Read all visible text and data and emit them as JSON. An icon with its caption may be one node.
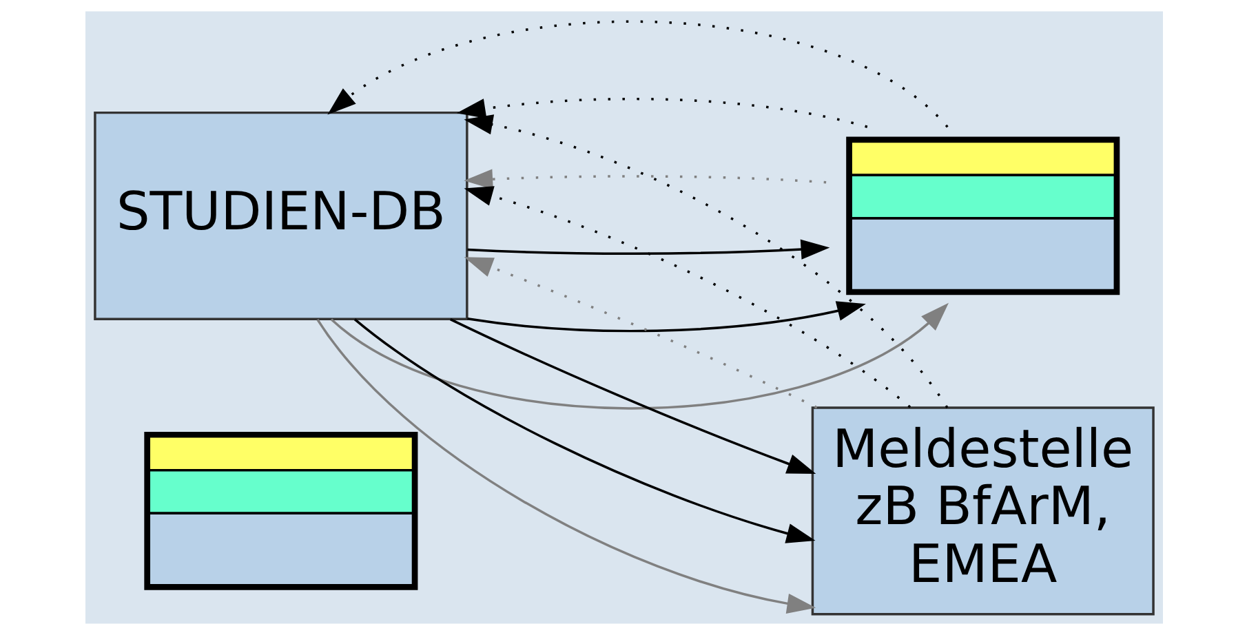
{
  "diagram": {
    "nodes": [
      {
        "text": [
          "STUDIEN-DB"
        ]
      },
      {
        "text": [],
        "shape": "box"
      },
      {
        "text": [],
        "shape": "box"
      },
      {
        "text": [
          "Meldestelle zB BfArM, EMEA"
        ]
      }
    ],
    "edges": [
      {
        "from": 0,
        "to": 1,
        "arrow": "to",
        "color": "#808080"
      },
      {
        "from": 0,
        "to": 1,
        "arrow": "to"
      },
      {
        "from": 0,
        "to": 1,
        "arrow": "to"
      },
      {
        "from": 1,
        "to": 0,
        "arrow": "to",
        "style": "dashed",
        "color": "#808080"
      },
      {
        "from": 1,
        "to": 0,
        "arrow": "to",
        "style": "dashed"
      },
      {
        "from": 1,
        "to": 0,
        "arrow": "to",
        "style": "dashed"
      },
      {
        "from": 0,
        "to": 3,
        "arrow": "to",
        "color": "#808080"
      },
      {
        "from": 0,
        "to": 3,
        "arrow": "to"
      },
      {
        "from": 0,
        "to": 3,
        "arrow": "to"
      },
      {
        "from": 3,
        "to": 0,
        "arrow": "to",
        "style": "dashed",
        "color": "#808080"
      },
      {
        "from": 3,
        "to": 0,
        "arrow": "to",
        "style": "dashed"
      },
      {
        "from": 3,
        "to": 0,
        "arrow": "to",
        "style": "dashed"
      }
    ]
  }
}
